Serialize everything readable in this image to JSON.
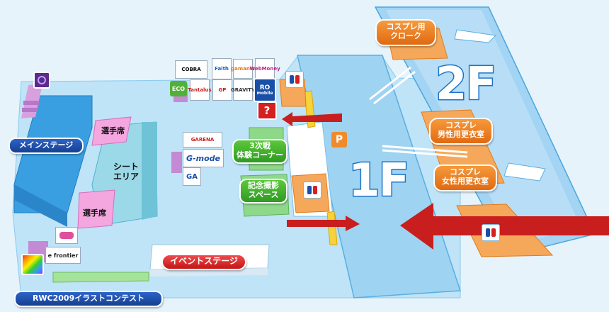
{
  "labels": {
    "main_stage": "メインステージ",
    "seat_top": "選手席",
    "seat_area_line1": "シート",
    "seat_area_line2": "エリア",
    "seat_bottom": "選手席",
    "battle_line1": "3次戦",
    "battle_line2": "体験コーナー",
    "photo_line1": "記念撮影",
    "photo_line2": "スペース",
    "event_stage": "イベントステージ",
    "contest": "RWC2009イラストコンテスト",
    "cloak_line1": "コスプレ用",
    "cloak_line2": "クローク",
    "male_line1": "コスプレ",
    "male_line2": "男性用更衣室",
    "female_line1": "コスプレ",
    "female_line2": "女性用更衣室",
    "floor1": "1F",
    "floor2": "2F",
    "parking": "P",
    "help": "?"
  },
  "logos": {
    "cobra": "COBRA",
    "faith": "Faith",
    "gamania": "gamania",
    "webmoney": "WebMoney",
    "eco": "ECO",
    "tantalus": "Tantalus",
    "gp": "GP",
    "gravity": "GRAVITY",
    "ro_line1": "RO",
    "ro_line2": "mobile",
    "garena": "GARENA",
    "gmode": "G-mode",
    "ga": "GA",
    "efrontier": "e frontier"
  },
  "colors": {
    "floor_blue": "#a9d7f2",
    "wall_blue": "#4aa6de",
    "orange": "#f08a2a",
    "red_arrow": "#c81e1e",
    "green": "#8fd28a",
    "pink": "#f2a6de"
  }
}
